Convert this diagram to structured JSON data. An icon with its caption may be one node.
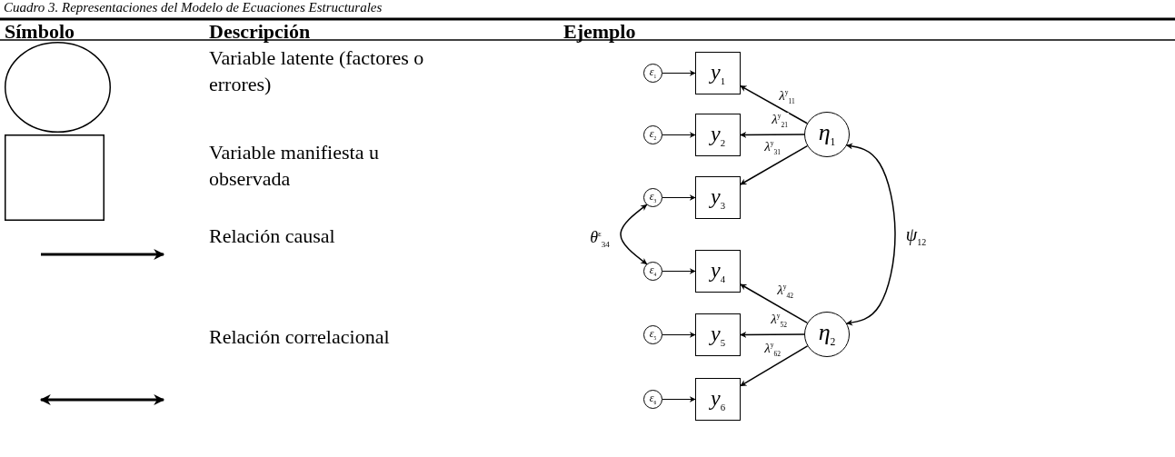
{
  "diagram": {
    "title": "Cuadro 3. Representaciones del Modelo de Ecuaciones Estructurales",
    "nodes": [
      {
        "text": [],
        "shape": "circle"
      },
      {
        "text": [],
        "shape": "box"
      },
      {
        "text": [
          "ε$_{1}$"
        ]
      },
      {
        "text": [
          "ε$_{2}$"
        ]
      },
      {
        "text": [
          "ε$_{3}$"
        ]
      },
      {
        "text": [
          "ε$_{4}$"
        ]
      },
      {
        "text": [
          "ε$_{5}$"
        ]
      },
      {
        "text": [
          "ε$_{6}$"
        ]
      },
      {
        "text": [
          "y$_{1}$"
        ]
      },
      {
        "text": [
          "y$_{2}$"
        ]
      },
      {
        "text": [
          "y$_{3}$"
        ]
      },
      {
        "text": [
          "y$_{4}$"
        ]
      },
      {
        "text": [
          "y$_{5}$"
        ]
      },
      {
        "text": [
          "y$_{6}$"
        ]
      },
      {
        "text": [
          "η$_{1}$"
        ]
      },
      {
        "text": [
          "η$_{2}$"
        ]
      }
    ],
    "edges": [
      {
        "from": 2,
        "to": 8,
        "arrow": "to"
      },
      {
        "from": 3,
        "to": 9,
        "arrow": "to"
      },
      {
        "from": 4,
        "to": 10,
        "arrow": "to"
      },
      {
        "from": 5,
        "to": 11,
        "arrow": "to"
      },
      {
        "from": 6,
        "to": 12,
        "arrow": "to"
      },
      {
        "from": 7,
        "to": 13,
        "arrow": "to"
      },
      {
        "from": 14,
        "to": 8,
        "arrow": "to",
        "label": "λ$^{y}$$_{11}$"
      },
      {
        "from": 14,
        "to": 9,
        "arrow": "to",
        "label": "λ$^{y}$$_{21}$"
      },
      {
        "from": 14,
        "to": 10,
        "arrow": "to",
        "label": "λ$^{y}$$_{31}$"
      },
      {
        "from": 15,
        "to": 11,
        "arrow": "to",
        "label": "λ$^{y}$$_{42}$"
      },
      {
        "from": 15,
        "to": 12,
        "arrow": "to",
        "label": "λ$^{y}$$_{52}$"
      },
      {
        "from": 15,
        "to": 13,
        "arrow": "to",
        "label": "λ$^{y}$$_{62}$"
      },
      {
        "from": 4,
        "to": 5,
        "arrow": "both",
        "label": "θ$^{ε}$$_{34}$"
      },
      {
        "from": 14,
        "to": 15,
        "arrow": "both",
        "label": "ψ$_{12}$"
      }
    ],
    "labels": [
      "Símbolo",
      "Descripción",
      "Ejemplo",
      "Variable latente (factores o errores)",
      "Variable manifiesta u observada",
      "Relación causal",
      "Relación correlacional"
    ]
  }
}
